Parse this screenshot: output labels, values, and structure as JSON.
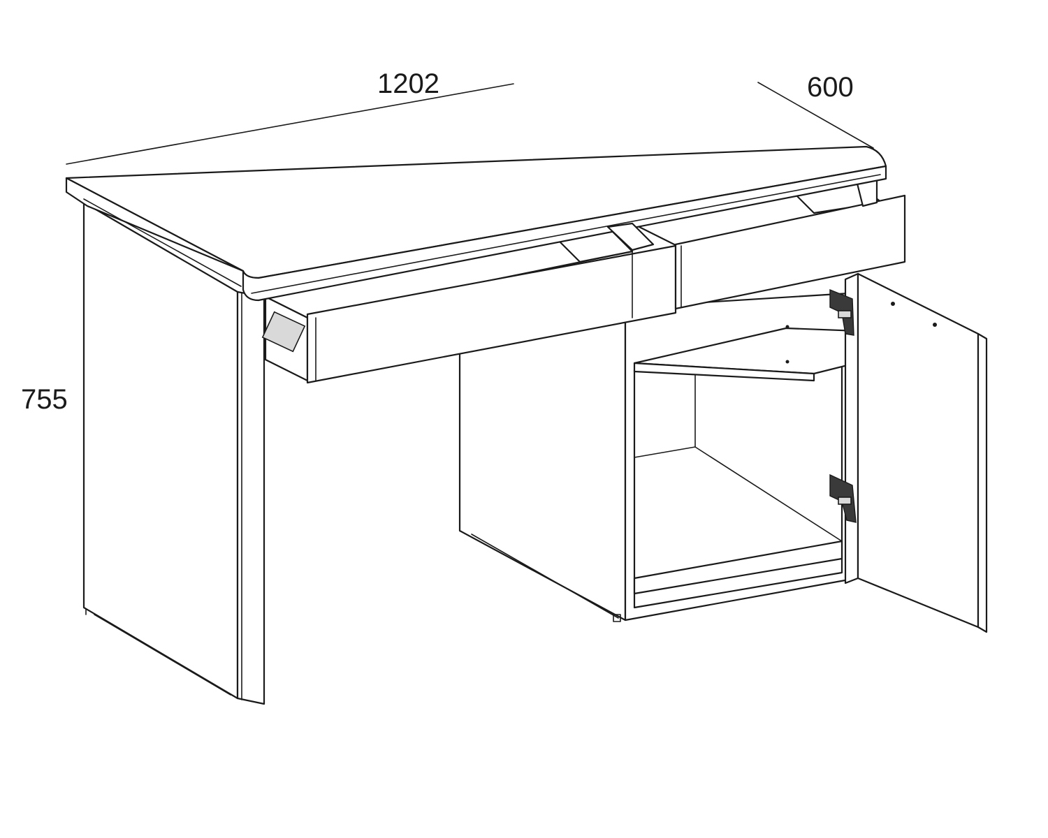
{
  "dimensions": {
    "width": "1202",
    "depth": "600",
    "height": "755"
  }
}
